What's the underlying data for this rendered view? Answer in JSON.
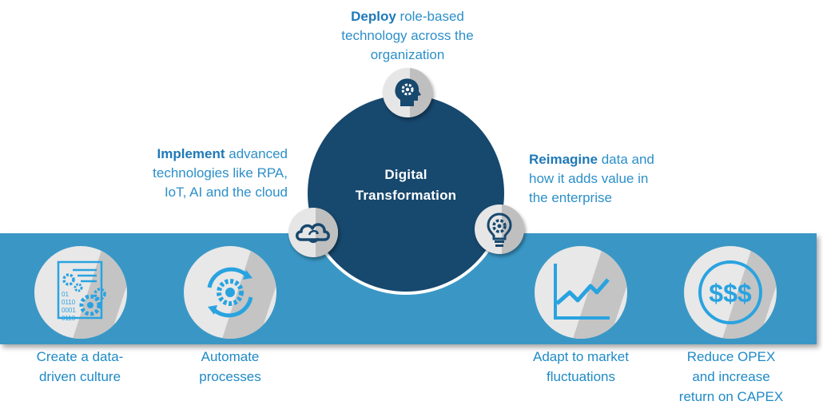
{
  "center": {
    "title_line1": "Digital",
    "title_line2": "Transformation"
  },
  "deploy": {
    "bold": "Deploy",
    "line1_rest": " role-based",
    "line2": "technology across the",
    "line3": "organization"
  },
  "implement": {
    "bold": "Implement",
    "line1_rest": " advanced",
    "line2": "technologies like RPA,",
    "line3": "IoT, AI and the cloud"
  },
  "reimagine": {
    "bold": "Reimagine",
    "line1_rest": " data and",
    "line2": "how it adds value in",
    "line3": "the enterprise"
  },
  "data_icon": {
    "lines": [
      "01",
      "0110",
      "0001",
      "0110"
    ]
  },
  "outcomes": [
    {
      "line1": "Create a data-",
      "line2": "driven culture"
    },
    {
      "line1": "Automate",
      "line2": "processes"
    },
    {
      "line1": "Adapt to market",
      "line2": "fluctuations"
    },
    {
      "line1": "Reduce OPEX",
      "line2": "and increase",
      "line3": "return on CAPEX"
    }
  ],
  "icons": {
    "deploy": "head-gear-icon",
    "implement": "cloud-sync-icon",
    "reimagine": "lightbulb-gear-icon",
    "data_culture": "data-gears-icon",
    "automate": "automation-cycle-icon",
    "market": "line-chart-icon",
    "opex": "dollar-coin-icon"
  },
  "colors": {
    "band": "#3a97c5",
    "circle": "#17486e",
    "accent_text": "#2c8fc9",
    "icon_blue": "#29a3e0"
  }
}
